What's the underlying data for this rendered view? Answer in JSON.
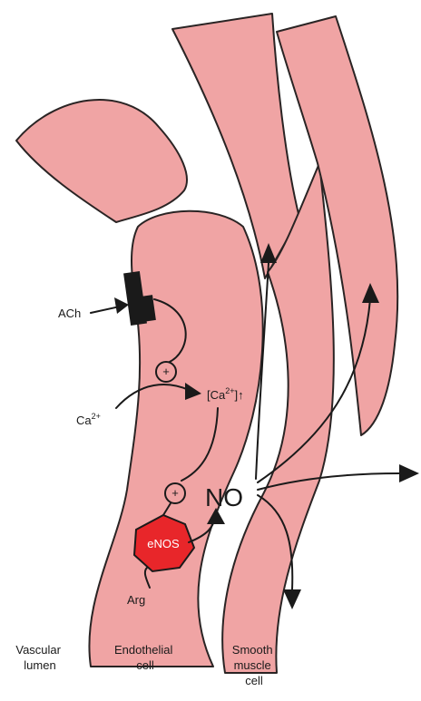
{
  "labels": {
    "ach": "ACh",
    "ca_prefix": "Ca",
    "ca_sup": "2+",
    "ca_internal_open": "[Ca",
    "ca_internal_sup": "2+",
    "ca_internal_close": "]↑",
    "plus": "+",
    "no": "NO",
    "enos": "eNOS",
    "arg": "Arg"
  },
  "regions": {
    "vascular_lumen": [
      "Vascular",
      "lumen"
    ],
    "endothelial_cell": [
      "Endothelial",
      "cell"
    ],
    "smooth_muscle_cell": [
      "Smooth",
      "muscle",
      "cell"
    ]
  },
  "colors": {
    "cell_fill": "#f0a4a4",
    "enos_fill": "#e8262a",
    "outline": "#2a2424",
    "receptor": "#1a1a1a",
    "background": "#ffffff"
  }
}
